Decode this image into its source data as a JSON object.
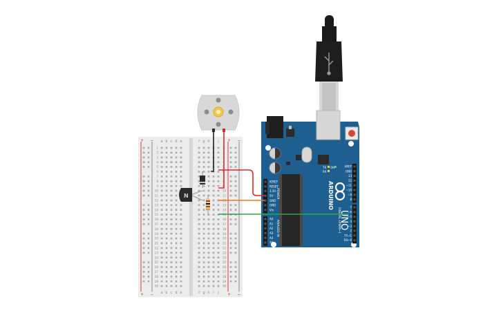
{
  "breadboard": {
    "column_letters_left": [
      "a",
      "b",
      "c",
      "d",
      "e"
    ],
    "column_letters_right": [
      "f",
      "g",
      "h",
      "i",
      "j"
    ],
    "rail_plus": "+",
    "rail_minus": "−",
    "row_numbers": [
      "1",
      "2",
      "3",
      "4",
      "5",
      "6",
      "7",
      "8",
      "9",
      "10",
      "11",
      "12",
      "13",
      "14",
      "15",
      "16",
      "17",
      "18",
      "19",
      "20",
      "21",
      "22",
      "23",
      "24",
      "25",
      "26",
      "27",
      "28",
      "29",
      "30"
    ]
  },
  "transistor": {
    "marking": "N"
  },
  "arduino": {
    "brand": "ARDUINO",
    "model": "UNO",
    "power_header_title": "POWER",
    "analog_header_title": "ANALOG IN",
    "digital_header_title": "DIGITAL (PWM~)",
    "tx_label": "TX",
    "rx_label": "RX",
    "on_label": "ON",
    "power_pins": [
      "IOREF",
      "RESET",
      "3.3V",
      "5V",
      "GND",
      "GND",
      "Vin"
    ],
    "analog_pins": [
      "A0",
      "A1",
      "A2",
      "A3",
      "A4",
      "A5"
    ],
    "digital_pins_top": [
      "AREF",
      "GND",
      "13",
      "12",
      "~11",
      "~10",
      "~9",
      "8"
    ],
    "digital_pins_bottom": [
      "7",
      "~6",
      "~5",
      "4",
      "~3",
      "2",
      "TX→1",
      "RX←0"
    ]
  },
  "colors": {
    "wire_red": "#d62b2b",
    "wire_black": "#202020",
    "wire_orange": "#ee7a12",
    "wire_green": "#2ea34a",
    "board_blue": "#1f5f8f",
    "breadboard": "#ececec",
    "motor_body": "#d8d8d8",
    "motor_shaft": "#f2c94c"
  }
}
